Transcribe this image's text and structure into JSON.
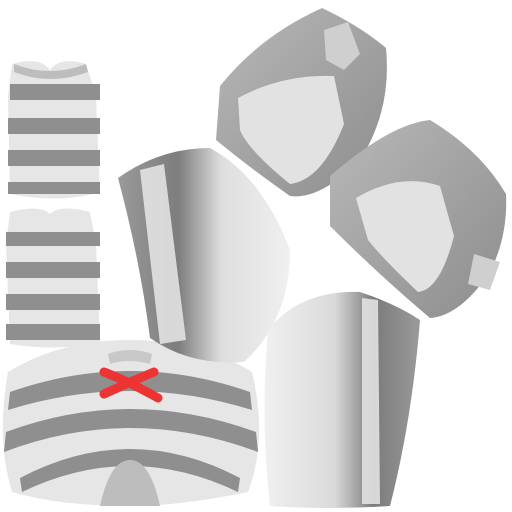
{
  "image": {
    "type": "texture-atlas",
    "description_visible_text": ""
  },
  "colors": {
    "background": "#ffffff",
    "stripe_dark": "#8f8f8f",
    "stripe_light": "#e6e6e6",
    "shade_mid": "#bdbdbd",
    "shade_light": "#ececec",
    "marker_red": "#ee3333"
  },
  "islands": [
    {
      "id": "front-torso",
      "kind": "striped"
    },
    {
      "id": "back-torso",
      "kind": "striped"
    },
    {
      "id": "bottom-cap",
      "kind": "striped"
    },
    {
      "id": "side-panel-left",
      "kind": "shaded"
    },
    {
      "id": "side-panel-right",
      "kind": "shaded"
    },
    {
      "id": "shoulder-piece-upper",
      "kind": "shaded"
    },
    {
      "id": "shoulder-piece-lower",
      "kind": "shaded"
    }
  ],
  "marker": {
    "icon": "cross-mark-icon",
    "color": "#ee3333"
  }
}
